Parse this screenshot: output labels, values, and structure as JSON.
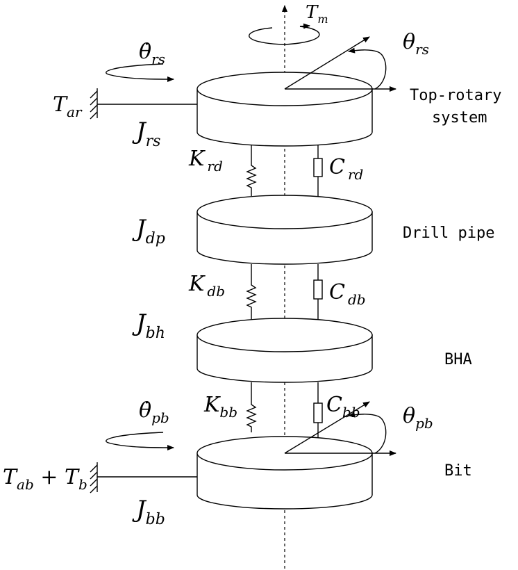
{
  "symbols": {
    "theta_dot_rs": {
      "base": "θ̇",
      "sub": "rs"
    },
    "T_m": {
      "base": "T",
      "sub": "m"
    },
    "theta_rs": {
      "base": "θ",
      "sub": "rs"
    },
    "T_ar": {
      "base": "T",
      "sub": "ar"
    },
    "J_rs": {
      "base": "J",
      "sub": "rs"
    },
    "K_rd": {
      "base": "K",
      "sub": "rd"
    },
    "C_rd": {
      "base": "C",
      "sub": "rd"
    },
    "J_dp": {
      "base": "J",
      "sub": "dp"
    },
    "K_db": {
      "base": "K",
      "sub": "db"
    },
    "C_db": {
      "base": "C",
      "sub": "db"
    },
    "J_bh": {
      "base": "J",
      "sub": "bh"
    },
    "theta_dot_pb": {
      "base": "θ̇",
      "sub": "pb"
    },
    "K_bb": {
      "base": "K",
      "sub": "bb"
    },
    "C_bb": {
      "base": "C",
      "sub": "bb"
    },
    "theta_pb": {
      "base": "θ",
      "sub": "pb"
    },
    "T_ab_plus_T_b": {
      "base1": "T",
      "sub1": "ab",
      "op": " + ",
      "base2": "T",
      "sub2": "b"
    },
    "J_bb": {
      "base": "J",
      "sub": "bb"
    }
  },
  "labels": {
    "top_rotary_line1": "Top-rotary",
    "top_rotary_line2": "system",
    "drill_pipe": "Drill pipe",
    "bha": "BHA",
    "bit": "Bit"
  }
}
